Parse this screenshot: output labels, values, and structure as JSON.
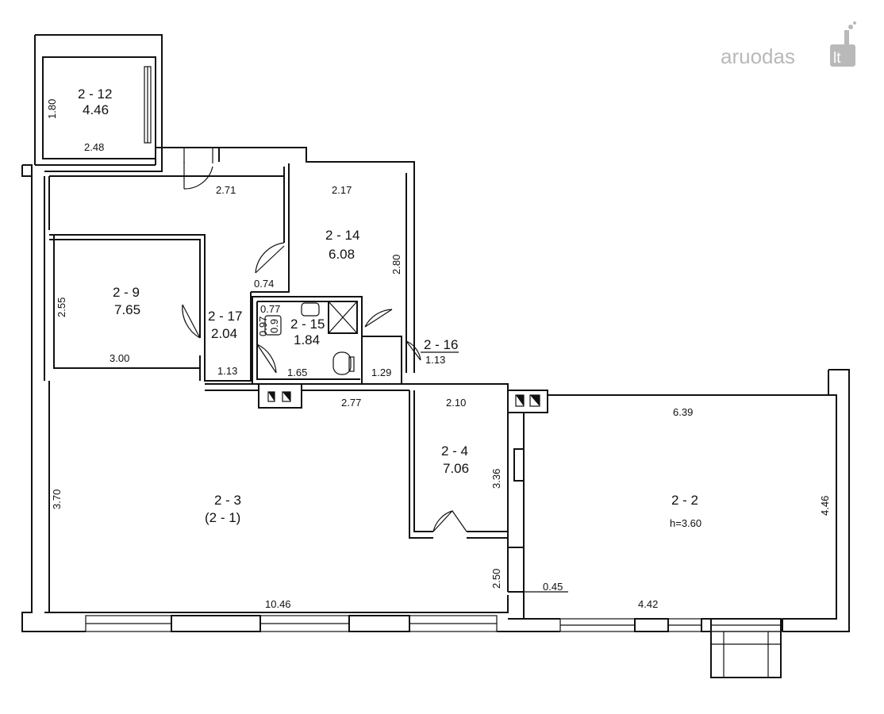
{
  "brand": {
    "name": "aruodas",
    "tld": "lt"
  },
  "rooms": [
    {
      "code": "2 - 12",
      "area": "4.46"
    },
    {
      "code": "2 - 14",
      "area": "6.08"
    },
    {
      "code": "2 - 9",
      "area": "7.65"
    },
    {
      "code": "2 - 17",
      "area": "2.04"
    },
    {
      "code": "2 - 15",
      "area": "1.84"
    },
    {
      "code": "2 - 16",
      "area": "1.13"
    },
    {
      "code": "2 - 3",
      "area": "(2 - 1)"
    },
    {
      "code": "2 - 4",
      "area": "7.06"
    },
    {
      "code": "2 - 2",
      "area": "h=3.60"
    }
  ],
  "dimensions": {
    "d_1_80": "1.80",
    "d_2_48": "2.48",
    "d_2_71": "2.71",
    "d_2_17": "2.17",
    "d_2_80": "2.80",
    "d_2_55": "2.55",
    "d_0_74": "0.74",
    "d_0_77": "0.77",
    "d_0_97": "0.97",
    "d_0_9": "0.9",
    "d_3_00": "3.00",
    "d_1_13": "1.13",
    "d_1_65": "1.65",
    "d_1_29": "1.29",
    "d_2_77": "2.77",
    "d_2_10": "2.10",
    "d_6_39": "6.39",
    "d_3_70": "3.70",
    "d_3_36": "3.36",
    "d_4_46": "4.46",
    "d_2_50": "2.50",
    "d_0_45": "0.45",
    "d_10_46": "10.46",
    "d_4_42": "4.42"
  }
}
